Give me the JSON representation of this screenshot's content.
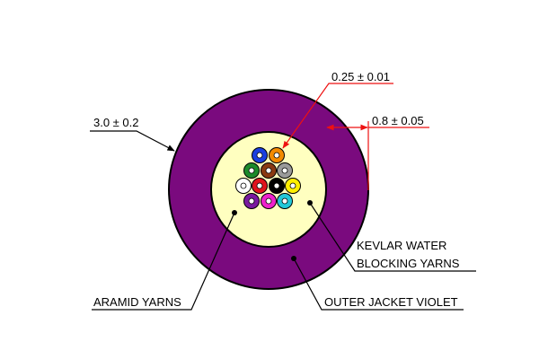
{
  "colors": {
    "outer_jacket": "#7a0a7e",
    "kevlar_fill": "#ffffc0",
    "leader_red": "#ee1111",
    "leader_black": "#000000"
  },
  "dimensions": {
    "outer_diameter": "3.0 ± 0.2",
    "fiber_diameter": "0.25 ± 0.01",
    "jacket_thickness": "0.8 ± 0.05"
  },
  "callouts": {
    "kevlar_line1": "KEVLAR WATER",
    "kevlar_line2": "BLOCKING YARNS",
    "aramid": "ARAMID YARNS",
    "outer_jacket": "OUTER JACKET VIOLET"
  },
  "fibers": [
    {
      "name": "blue",
      "color": "#1a3fe0"
    },
    {
      "name": "orange",
      "color": "#f28a00"
    },
    {
      "name": "green",
      "color": "#1c8a2a"
    },
    {
      "name": "brown",
      "color": "#8a3a12"
    },
    {
      "name": "slate",
      "color": "#9a9a9a"
    },
    {
      "name": "white",
      "color": "#ffffff"
    },
    {
      "name": "red",
      "color": "#e0141c"
    },
    {
      "name": "black",
      "color": "#000000"
    },
    {
      "name": "yellow",
      "color": "#ffee00"
    },
    {
      "name": "violet",
      "color": "#7a1aa0"
    },
    {
      "name": "rose",
      "color": "#ee22cc"
    },
    {
      "name": "aqua",
      "color": "#22c8d8"
    }
  ]
}
